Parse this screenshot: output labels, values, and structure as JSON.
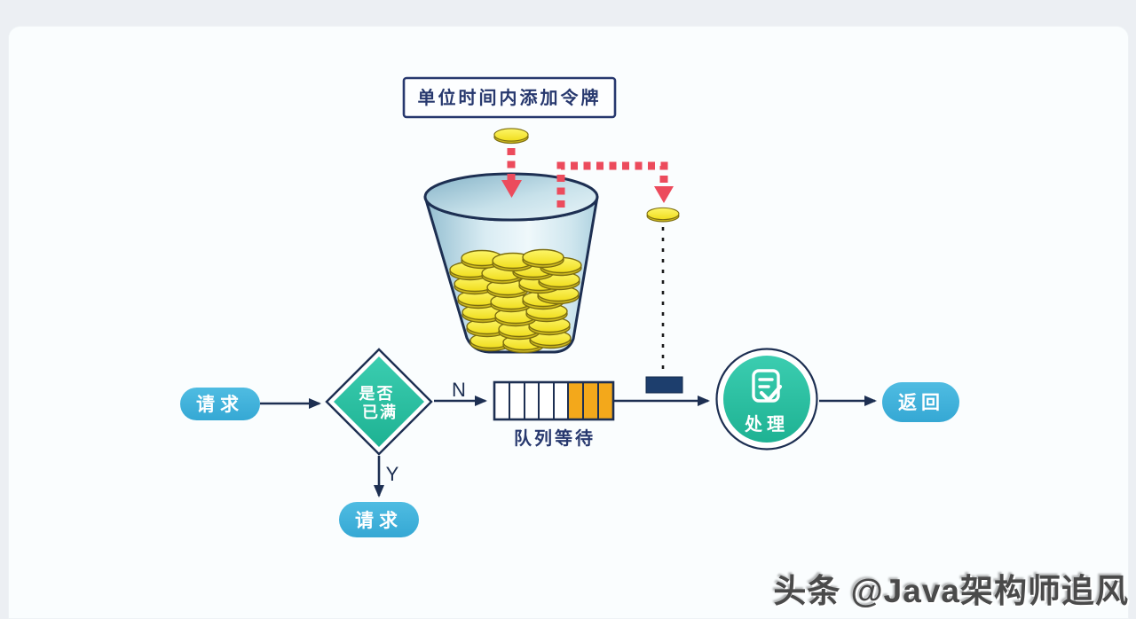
{
  "title": "单位时间内添加令牌",
  "flow": {
    "request_in": "请求",
    "decision": {
      "line1": "是否",
      "line2": "已满"
    },
    "no_label": "N",
    "yes_label": "Y",
    "queue_caption": "队列等待",
    "process_label": "处理",
    "return_label": "返回",
    "rejected_label": "请求"
  },
  "queue": {
    "total_cells": 8,
    "filled_cells": 3
  },
  "colors": {
    "node_blue": "#41b1da",
    "node_green": "#2ac0a2",
    "queue_filled_orange": "#f3a81b",
    "token_yellow": "#f6e62e",
    "flow_red": "#ec4b5c",
    "line_navy": "#1d2f52",
    "consumed_token_navy": "#1d3e6d"
  },
  "icons": {
    "process_badge": "document-check-icon",
    "token": "coin-icon"
  },
  "watermark": "头条 @Java架构师追风"
}
